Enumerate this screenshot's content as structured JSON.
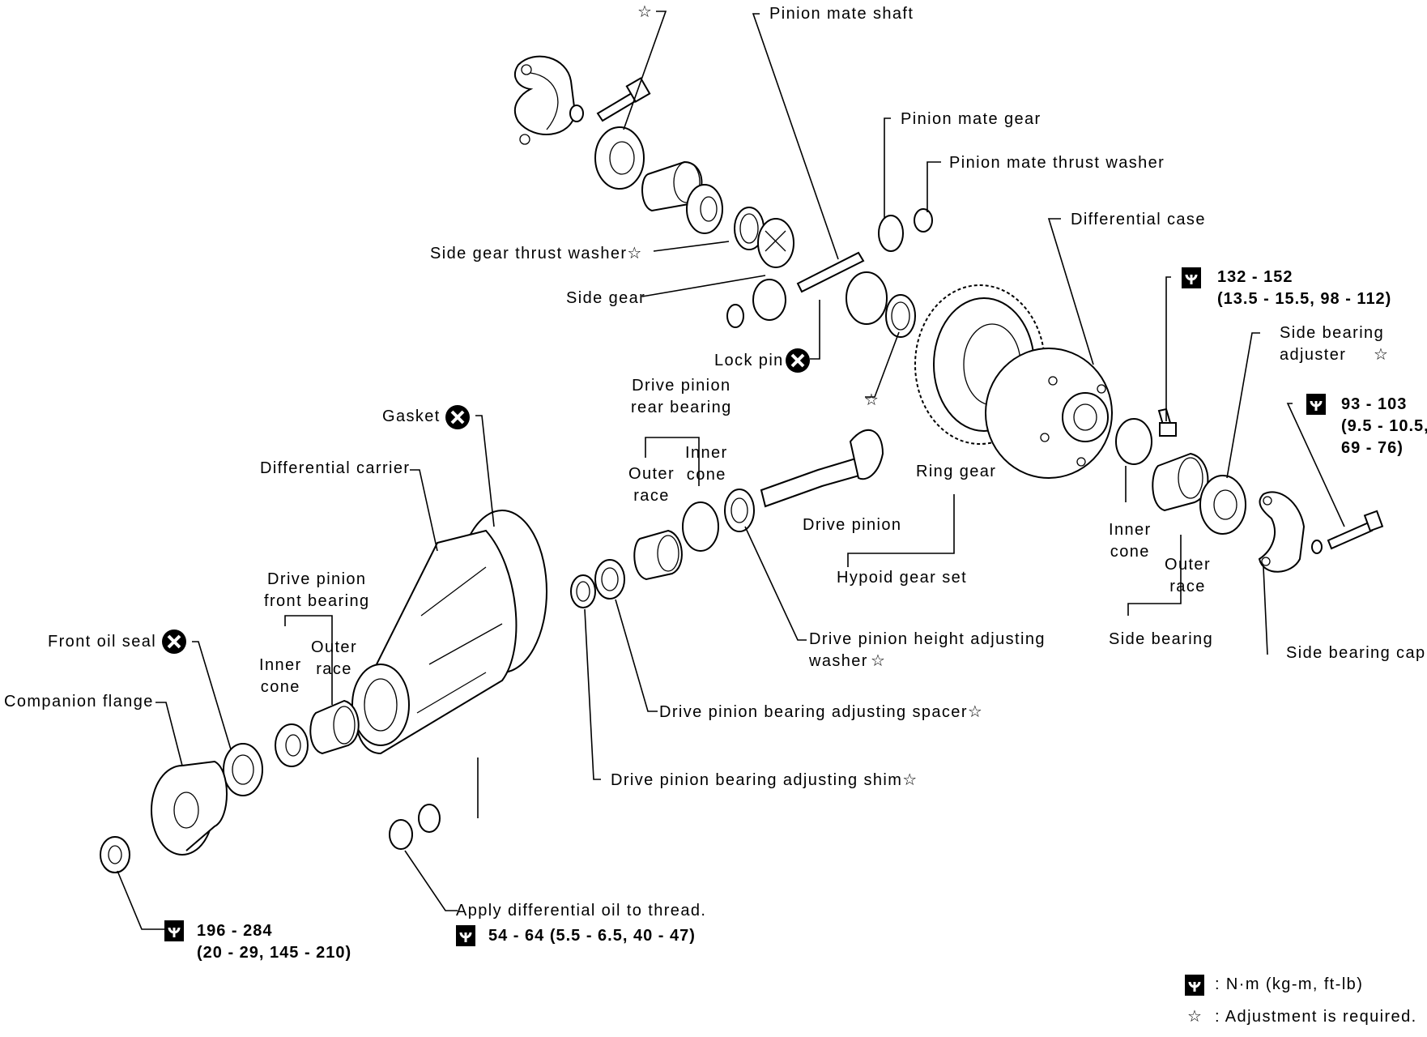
{
  "labels": {
    "pinion_mate_shaft": "Pinion mate shaft",
    "pinion_mate_gear": "Pinion mate gear",
    "pinion_mate_thrust_washer": "Pinion mate thrust washer",
    "differential_case": "Differential case",
    "side_gear_thrust_washer": "Side gear thrust washer",
    "side_gear": "Side gear",
    "lock_pin": "Lock pin",
    "gasket": "Gasket",
    "differential_carrier": "Differential carrier",
    "drive_pinion_rear_bearing": "Drive pinion\nrear bearing",
    "outer_race_rear": "Outer\nrace",
    "inner_cone_rear": "Inner\ncone",
    "drive_pinion": "Drive pinion",
    "ring_gear": "Ring gear",
    "hypoid_gear_set": "Hypoid gear set",
    "inner_cone_side": "Inner\ncone",
    "outer_race_side": "Outer\nrace",
    "side_bearing": "Side bearing",
    "side_bearing_adjuster": "Side bearing\nadjuster",
    "side_bearing_cap": "Side bearing cap",
    "drive_pinion_front_bearing": "Drive pinion\nfront bearing",
    "inner_cone_front": "Inner\ncone",
    "outer_race_front": "Outer\nrace",
    "front_oil_seal": "Front oil seal",
    "companion_flange": "Companion flange",
    "drive_pinion_height_adjusting_washer": "Drive pinion height adjusting\nwasher",
    "drive_pinion_bearing_adjusting_spacer": "Drive pinion bearing adjusting spacer",
    "drive_pinion_bearing_adjusting_shim": "Drive pinion bearing adjusting shim",
    "apply_oil": "Apply differential oil to thread."
  },
  "torques": {
    "side_bolt": "132 - 152\n(13.5 - 15.5, 98 - 112)",
    "cap_bolt": "93 - 103\n(9.5 - 10.5,\n69 - 76)",
    "pinion_nut": "196 - 284\n(20 - 29, 145 - 210)",
    "drain_plug": "54 - 64 (5.5 - 6.5, 40 - 47)"
  },
  "legend": {
    "torque_units": ": N·m (kg-m, ft-lb)",
    "adjustment": ":  Adjustment is required."
  },
  "symbols": {
    "star": "☆",
    "no_reuse": "circle-x-icon",
    "torque": "torque-wrench-icon"
  }
}
